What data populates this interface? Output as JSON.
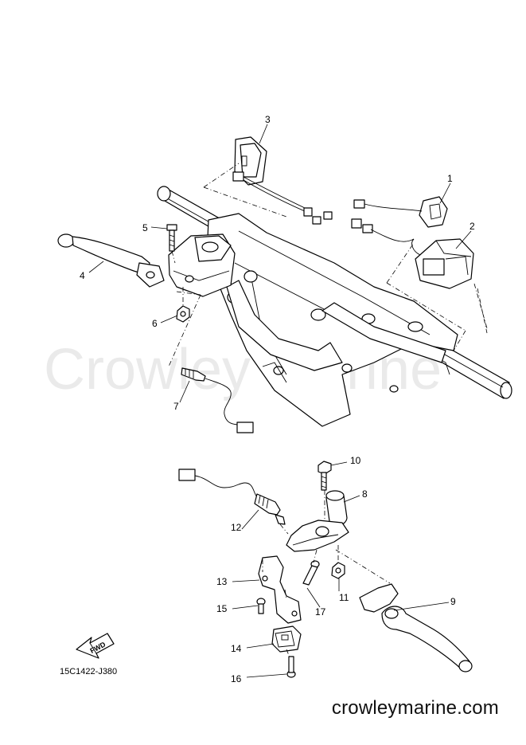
{
  "watermark": "Crowley Marine",
  "diagram_code": "15C1422-J380",
  "fwd_label": "FWD",
  "website": "crowleymarine.com",
  "callouts": {
    "c1": "1",
    "c2": "2",
    "c3": "3",
    "c4": "4",
    "c5": "5",
    "c6": "6",
    "c7": "7",
    "c8": "8",
    "c9": "9",
    "c10": "10",
    "c11": "11",
    "c12": "12",
    "c13": "13",
    "c14": "14",
    "c15": "15",
    "c16": "16",
    "c17": "17"
  }
}
